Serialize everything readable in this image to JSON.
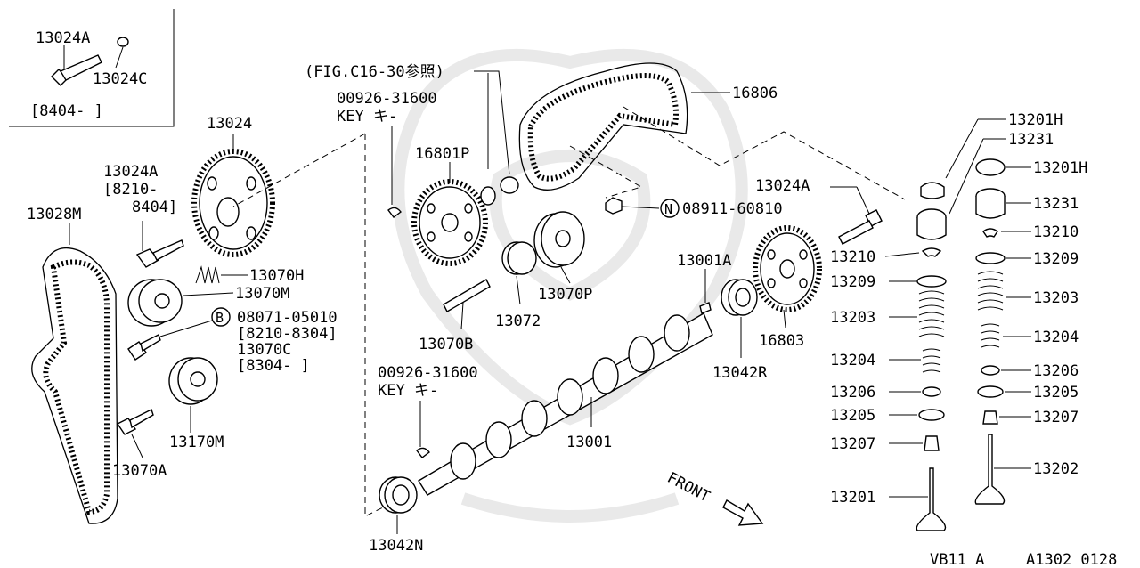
{
  "labels": {
    "p13024A_inset": "13024A",
    "p13024C": "13024C",
    "inset_date": "[8404-   ]",
    "p13024": "13024",
    "p13024A_left": "13024A",
    "p13024A_left_date1": "[8210-",
    "p13024A_left_date2": "8404]",
    "p13028M": "13028M",
    "p13070H": "13070H",
    "p13070M": "13070M",
    "p08071": "08071-05010",
    "p08071_date": "[8210-8304]",
    "p13070C": "13070C",
    "p13070C_date": "[8304-   ]",
    "p13170M": "13170M",
    "p13070A": "13070A",
    "fig_ref": "(FIG.C16-30参照)",
    "p00926_top": "00926-31600",
    "key_top": "KEY  キ-",
    "p16801P": "16801P",
    "p16806": "16806",
    "p08911": "08911-60810",
    "p13070P": "13070P",
    "p13072": "13072",
    "p13070B": "13070B",
    "p00926_bottom": "00926-31600",
    "key_bottom": "KEY  キ-",
    "p13001": "13001",
    "p13042N": "13042N",
    "p13001A": "13001A",
    "p13042R": "13042R",
    "p16803": "16803",
    "front": "FRONT",
    "p13024A_right": "13024A",
    "p13201H_top": "13201H",
    "p13231_top": "13231",
    "p13201H_right": "13201H",
    "p13231_right": "13231",
    "p13210_right": "13210",
    "p13209_right": "13209",
    "p13203_right": "13203",
    "p13204_right": "13204",
    "p13206_right": "13206",
    "p13205_right": "13205",
    "p13207_right": "13207",
    "p13202": "13202",
    "p13210_left": "13210",
    "p13209_left": "13209",
    "p13203_left": "13203",
    "p13204_left": "13204",
    "p13206_left": "13206",
    "p13205_left": "13205",
    "p13207_left": "13207",
    "p13201_left": "13201",
    "code_left": "VB11 A",
    "code_right": "A1302 0128"
  },
  "badges": {
    "n": "N",
    "b": "B"
  }
}
